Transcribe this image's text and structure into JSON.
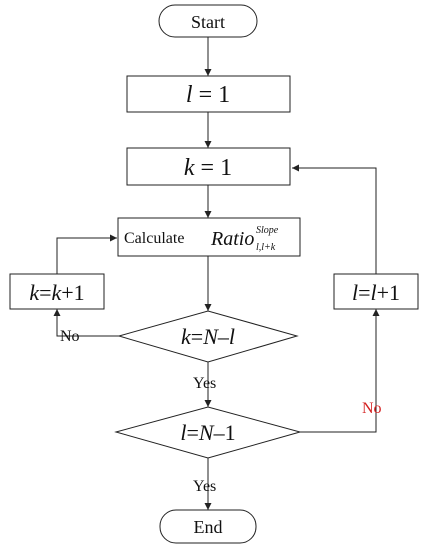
{
  "nodes": {
    "start": {
      "text": "Start"
    },
    "init_l": {
      "var": "l",
      "op": " = ",
      "val": "1"
    },
    "init_k": {
      "var": "k",
      "op": " = ",
      "val": "1"
    },
    "calc": {
      "word": "Calculate",
      "sym": "Ratio",
      "sup": "Slope",
      "sub": "l,l+k"
    },
    "dec_k": {
      "lhs": "k",
      "op": "=",
      "rhs_var": "N",
      "minus": "–",
      "rhs_var2": "l"
    },
    "inc_k": {
      "lhs": "k",
      "op": "=",
      "rhs_var": "k",
      "plus": "+1"
    },
    "dec_l": {
      "lhs": "l",
      "op": "=",
      "rhs_var": "N",
      "minus": "–",
      "val": "1"
    },
    "inc_l": {
      "lhs": "l",
      "op": "=",
      "rhs_var": "l",
      "plus": "+1"
    },
    "end": {
      "text": "End"
    }
  },
  "edge_labels": {
    "no_k": "No",
    "yes_k": "Yes",
    "no_l": "No",
    "yes_l": "Yes"
  },
  "colors": {
    "stroke": "#222222",
    "no_l_label": "#d42020"
  }
}
